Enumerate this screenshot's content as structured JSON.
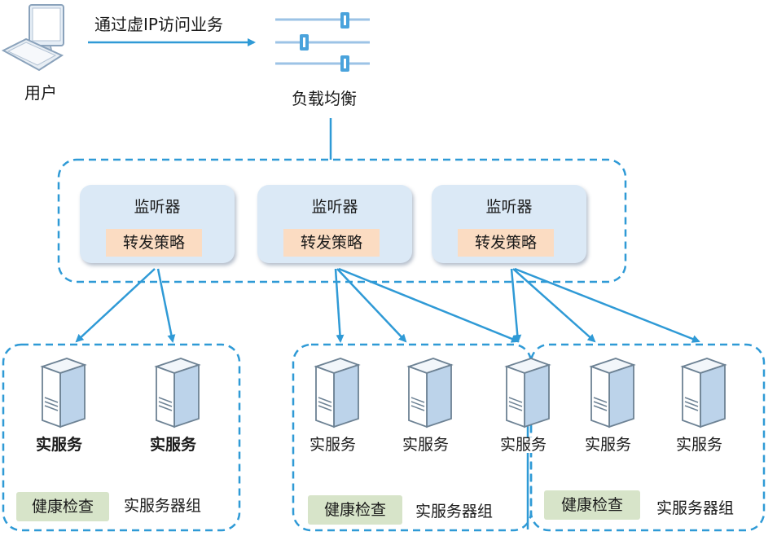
{
  "user": {
    "label": "用户",
    "icon": "desktop-computer-icon"
  },
  "access": {
    "label": "通过虚IP访问业务"
  },
  "load_balancer": {
    "label": "负载均衡",
    "icon": "load-balancer-slider-icon"
  },
  "listeners": [
    {
      "title": "监听器",
      "policy": "转发策略"
    },
    {
      "title": "监听器",
      "policy": "转发策略"
    },
    {
      "title": "监听器",
      "policy": "转发策略"
    }
  ],
  "server_label": "实服务",
  "groups": [
    {
      "health": "健康检查",
      "name": "实服务器组"
    },
    {
      "health": "健康检查",
      "name": "实服务器组"
    },
    {
      "health": "健康检查",
      "name": "实服务器组"
    }
  ],
  "colors": {
    "arrow": "#2f9ad6",
    "dashed_border": "#2f9ad6",
    "listener_fill": "#dbe9f6",
    "policy_fill": "#fbdcc2",
    "health_fill": "#d7e4c9"
  }
}
